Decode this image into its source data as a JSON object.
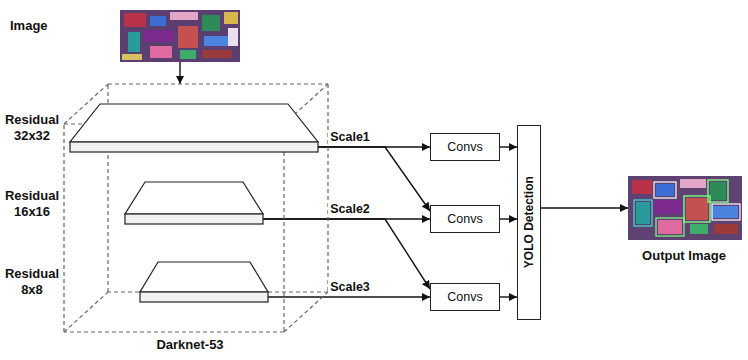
{
  "diagram": {
    "nodes": [
      {
        "text": [
          "Image"
        ]
      },
      {
        "text": [
          "Darknet-53"
        ]
      },
      {
        "text": [
          "Residual 32x32"
        ],
        "in": 1
      },
      {
        "text": [
          "Residual 16x16"
        ],
        "in": 1
      },
      {
        "text": [
          "Residual 8x8"
        ],
        "in": 1
      },
      {
        "text": [
          "Convs"
        ]
      },
      {
        "text": [
          "Convs"
        ]
      },
      {
        "text": [
          "Convs"
        ]
      },
      {
        "text": [
          "YOLO Detection"
        ]
      },
      {
        "text": [
          "Output Image"
        ]
      }
    ],
    "edges": [
      {
        "from": 0,
        "to": 1,
        "arrow": "to"
      },
      {
        "from": 2,
        "to": 5,
        "label": "Scale1",
        "arrow": "to"
      },
      {
        "from": 2,
        "to": 6,
        "arrow": "to"
      },
      {
        "from": 3,
        "to": 6,
        "label": "Scale2",
        "arrow": "to"
      },
      {
        "from": 3,
        "to": 7,
        "arrow": "to"
      },
      {
        "from": 4,
        "to": 7,
        "label": "Scale3",
        "arrow": "to"
      },
      {
        "from": 5,
        "to": 8,
        "arrow": "to"
      },
      {
        "from": 6,
        "to": 8,
        "arrow": "to"
      },
      {
        "from": 7,
        "to": 8,
        "arrow": "to"
      },
      {
        "from": 8,
        "to": 9,
        "arrow": "to"
      }
    ]
  }
}
